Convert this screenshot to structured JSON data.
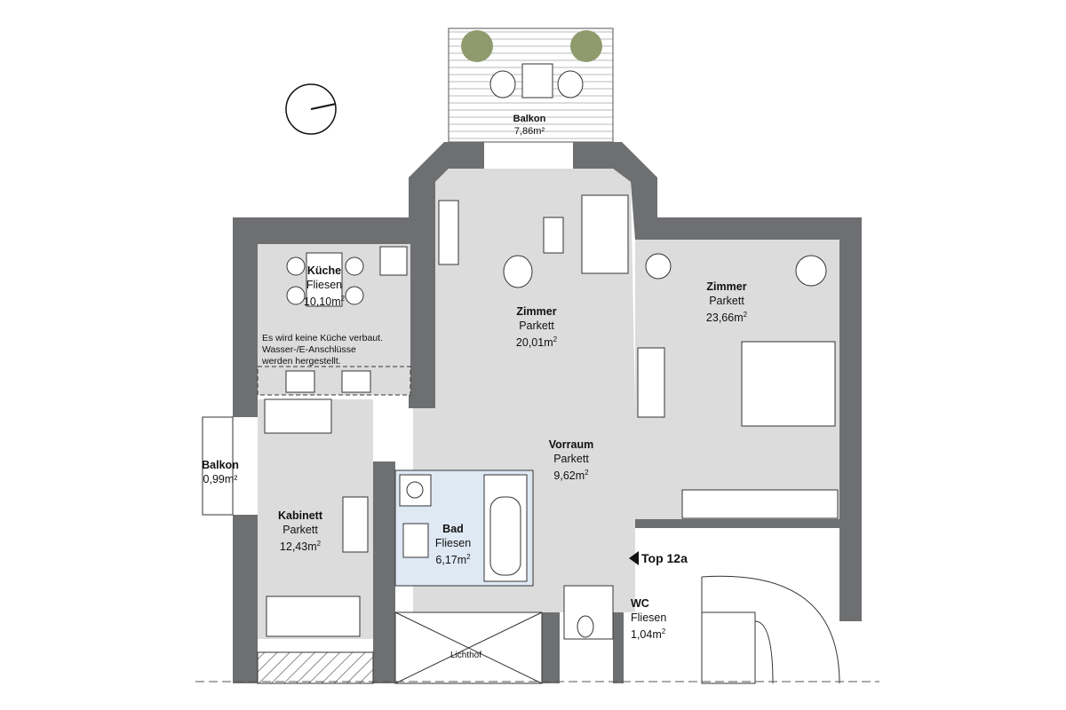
{
  "rooms": {
    "balkon_top": {
      "name": "Balkon",
      "area": "7,86m²"
    },
    "kueche": {
      "name": "Küche",
      "floor": "Fliesen",
      "area": "10,10m",
      "unit_sup": "2"
    },
    "kueche_note": [
      "Es wird keine Küche verbaut.",
      "Wasser-/E-Anschlüsse",
      "werden hergestellt."
    ],
    "zimmer_center": {
      "name": "Zimmer",
      "floor": "Parkett",
      "area": "20,01m",
      "unit_sup": "2"
    },
    "zimmer_right": {
      "name": "Zimmer",
      "floor": "Parkett",
      "area": "23,66m",
      "unit_sup": "2"
    },
    "vorraum": {
      "name": "Vorraum",
      "floor": "Parkett",
      "area": "9,62m",
      "unit_sup": "2"
    },
    "balkon_small": {
      "name": "Balkon",
      "area": "0,99m²"
    },
    "kabinett": {
      "name": "Kabinett",
      "floor": "Parkett",
      "area": "12,43m",
      "unit_sup": "2"
    },
    "bad": {
      "name": "Bad",
      "floor": "Fliesen",
      "area": "6,17m",
      "unit_sup": "2"
    },
    "wc": {
      "name": "WC",
      "floor": "Fliesen",
      "area": "1,04m",
      "unit_sup": "2"
    },
    "lichthof": {
      "name": "Lichthof"
    }
  },
  "unit_label": "Top 12a",
  "colors": {
    "wall": "#6e6f71",
    "floor": "#dcdcdc",
    "bath": "#dfe9f4",
    "line": "#333333"
  }
}
